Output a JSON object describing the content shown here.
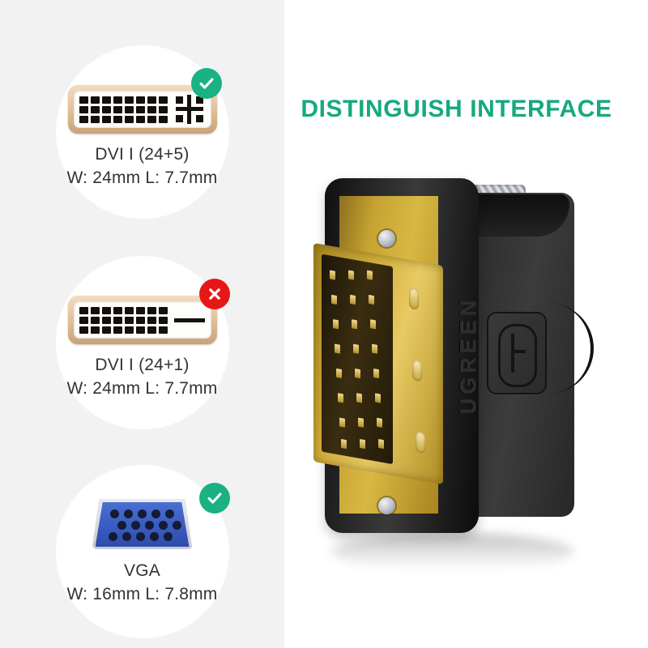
{
  "headline": "DISTINGUISH INTERFACE",
  "colors": {
    "headline_green": "#16a97e",
    "badge_ok_green": "#1ab183",
    "badge_bad_red": "#e81717",
    "panel_background": "#f2f2f2",
    "page_background": "#ffffff",
    "caption_text": "#333333",
    "connector_gold": "#d8b843",
    "vga_blue": "#3a5bc0",
    "product_black": "#2a2a2a"
  },
  "connectors": [
    {
      "id": "dvi-i-24-5",
      "name": "DVI I (24+5)",
      "dims": "W: 24mm L: 7.7mm",
      "status": "supported",
      "status_icon": "check-icon",
      "blade": "cross",
      "pin_rows": 3,
      "pin_cols": 8
    },
    {
      "id": "dvi-i-24-1",
      "name": "DVI I (24+1)",
      "dims": "W: 24mm L: 7.7mm",
      "status": "not-supported",
      "status_icon": "cross-icon",
      "blade": "flat",
      "pin_rows": 3,
      "pin_cols": 8
    },
    {
      "id": "vga",
      "name": "VGA",
      "dims": "W: 16mm L: 7.8mm",
      "status": "supported",
      "status_icon": "check-icon",
      "blade": "none",
      "pin_count": 15
    }
  ],
  "product": {
    "brand": "UGREEN",
    "brand_mark": "u-logo-icon",
    "description": "DVI male to VGA adapter"
  }
}
